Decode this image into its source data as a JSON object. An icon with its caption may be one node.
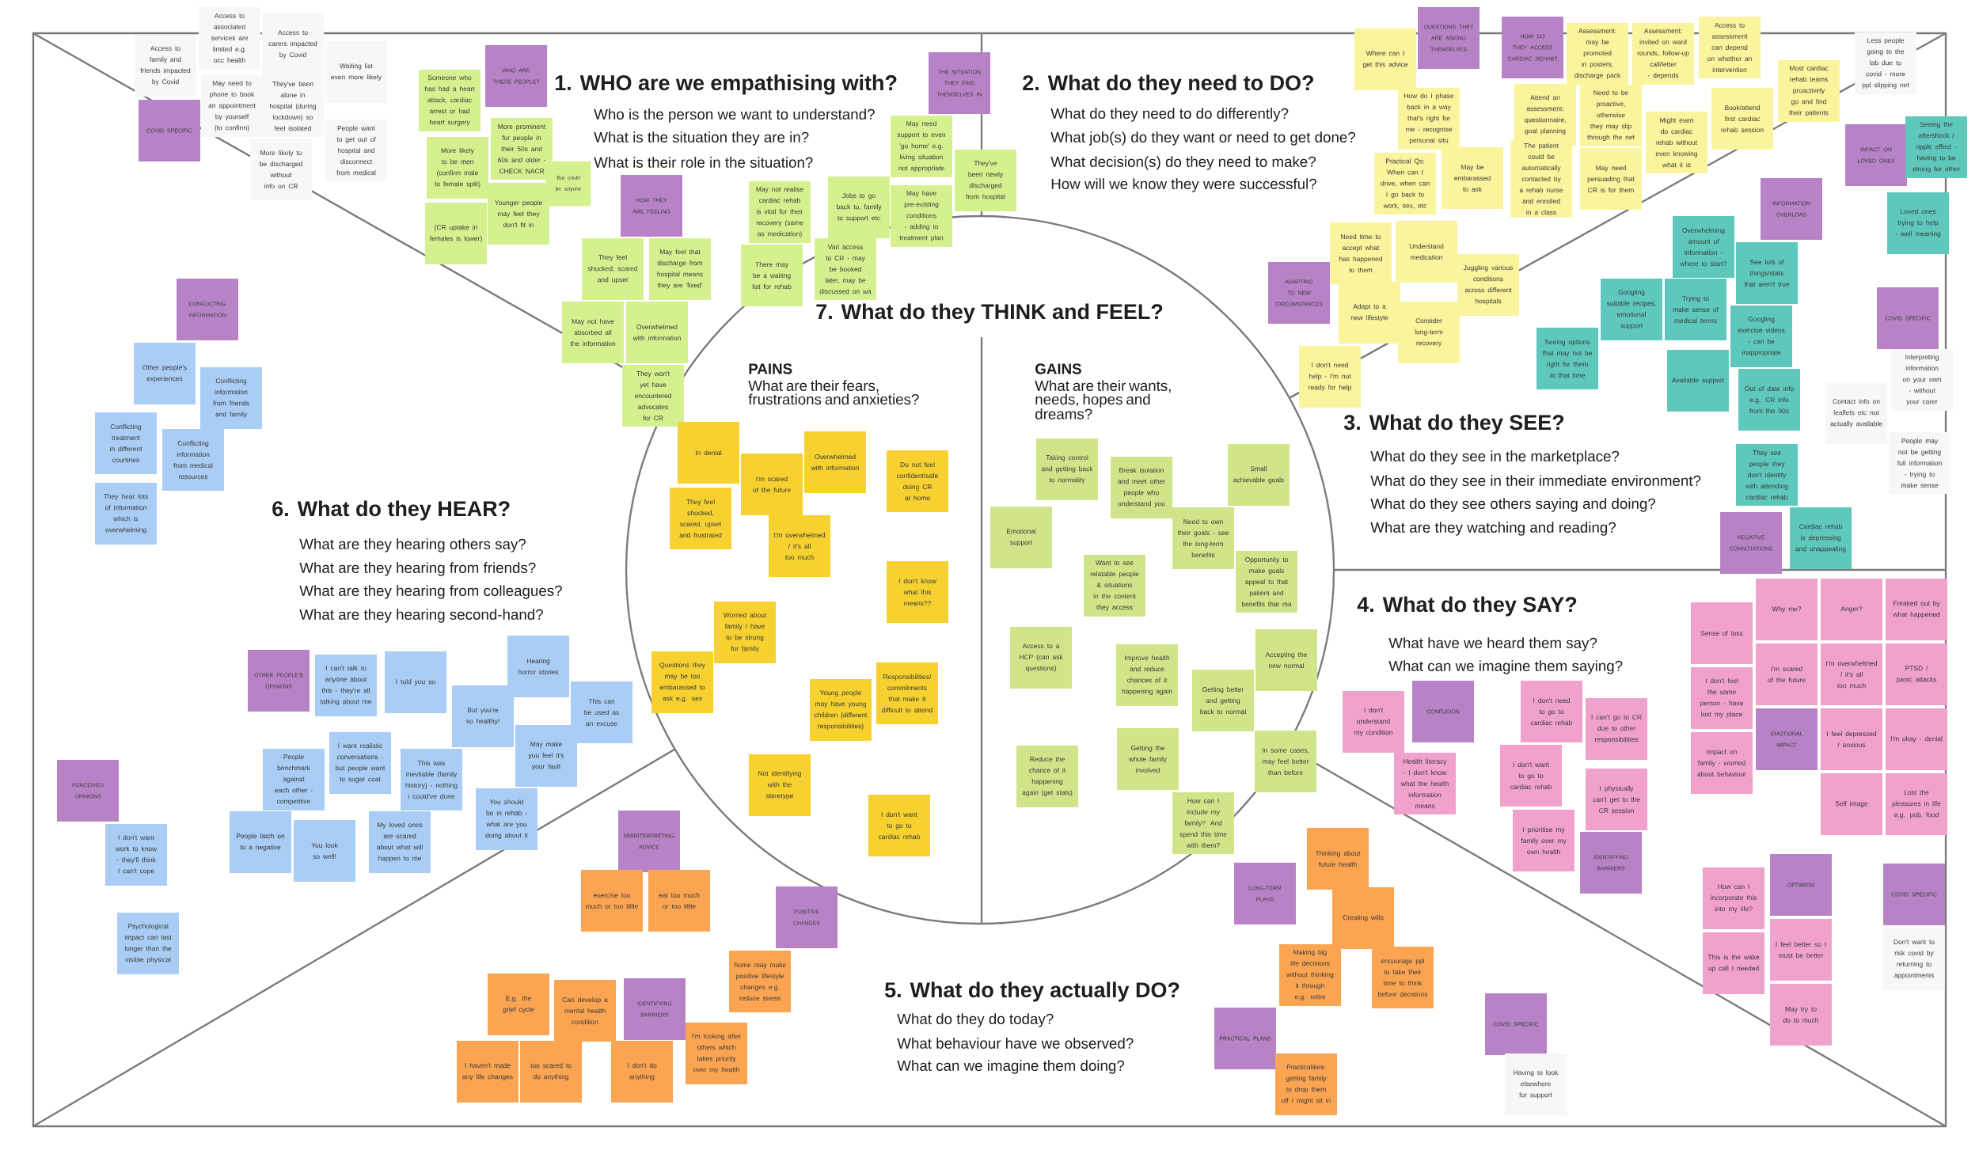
{
  "diagram": {
    "nodes": [
      {
        "text": [
          "Access to family and friends impacted by Covid"
        ]
      },
      {
        "text": [
          "Access to associated services are limited e.g. occ health"
        ]
      },
      {
        "text": [
          "Access to carers impacted by Covid"
        ]
      },
      {
        "text": [
          "COVID SPECIFIC"
        ]
      },
      {
        "text": [
          "May need to phone to book an appointment by yourself (to confirm)"
        ]
      },
      {
        "text": [
          "They've been alone in hospital (during lockdown) so feel isolated"
        ]
      },
      {
        "text": [
          "Waiting list even more likely"
        ]
      },
      {
        "text": [
          "More likely to be discharged without info on CR"
        ]
      },
      {
        "text": [
          "People want to get out of hospital and disconnect from medical"
        ]
      },
      {
        "text": [
          "WHO ARE THESE PEOPLE?"
        ]
      },
      {
        "text": [
          "Someone who has had a heart attack, cardiac arrest or had heart surgery"
        ]
      },
      {
        "text": [
          "More prominent for people in their 50s and 60s and older - CHECK NACR"
        ]
      },
      {
        "text": [
          "But could be anyone"
        ]
      },
      {
        "text": [
          "More likely to be men (confirm male to female split)"
        ]
      },
      {
        "text": [
          "Younger people may feel they don't fit in"
        ]
      },
      {
        "text": [
          "(CR uptake in females is lower)"
        ]
      },
      {
        "text": [
          "HOW THEY ARE FEELING"
        ]
      },
      {
        "text": [
          "They feel shocked, scared and upset"
        ]
      },
      {
        "text": [
          "May feel that discharge from hospital means they are 'fixed'"
        ]
      },
      {
        "text": [
          "May not have absorbed all the information"
        ]
      },
      {
        "text": [
          "Overwhelmed with information"
        ]
      },
      {
        "text": [
          "They won't yet have encountered advocates for CR"
        ]
      },
      {
        "text": [
          "THE SITUATION THEY FIND THEMSELVES IN"
        ]
      },
      {
        "text": [
          "May need support to even 'go home' e.g. living situation not appropriate"
        ]
      },
      {
        "text": [
          "They've been newly discharged from hospital"
        ]
      },
      {
        "text": [
          "Jobs to go back to, family to support etc"
        ]
      },
      {
        "text": [
          "May have pre-existing conditions - adding to treatment plan"
        ]
      },
      {
        "text": [
          "May not realise cardiac rehab is vital for their recovery (same as medication)"
        ]
      },
      {
        "text": [
          "Vari access to CR - may be booked later, may be discussed on wa"
        ]
      },
      {
        "text": [
          "There may be a waiting list for rehab"
        ]
      },
      {
        "text": [
          "In denial"
        ]
      },
      {
        "text": [
          "I'm scared of the future"
        ]
      },
      {
        "text": [
          "Overwhelmed with information"
        ]
      },
      {
        "text": [
          "They feel shocked, scared, upset and frustrated"
        ]
      },
      {
        "text": [
          "I'm overwhelmed / it's all too much"
        ]
      },
      {
        "text": [
          "Do not feel confident/safe doing CR at home"
        ]
      },
      {
        "text": [
          "I don't know what this means??"
        ]
      },
      {
        "text": [
          "Worried about family / have to be strong for family"
        ]
      },
      {
        "text": [
          "Questions they may be too embarassed to ask e.g. sex"
        ]
      },
      {
        "text": [
          "Young people may have young children (different responsibilities)"
        ]
      },
      {
        "text": [
          "Responsibilities/ commitments that make it difficult to attend"
        ]
      },
      {
        "text": [
          "Not identifying with the steretype"
        ]
      },
      {
        "text": [
          "I don't want to go to cardiac rehab"
        ]
      },
      {
        "text": [
          "Taking control and getting back to normality"
        ]
      },
      {
        "text": [
          "Break isolation and meet other people who understand you"
        ]
      },
      {
        "text": [
          "Small achievable goals"
        ]
      },
      {
        "text": [
          "Emotional support"
        ]
      },
      {
        "text": [
          "Want to see relatable people & situations in the content they access"
        ]
      },
      {
        "text": [
          "Need to own their goals - see the long-term benefits"
        ]
      },
      {
        "text": [
          "Opportunity to make goals appeal to that patient and benefits that ma"
        ]
      },
      {
        "text": [
          "Access to a HCP (can ask questions)"
        ]
      },
      {
        "text": [
          "Improve health and reduce chances of it happening again"
        ]
      },
      {
        "text": [
          "Accepting the new normal"
        ]
      },
      {
        "text": [
          "Getting better and getting back to normal"
        ]
      },
      {
        "text": [
          "Reduce the chance of it happening again (get stats)"
        ]
      },
      {
        "text": [
          "Getting the whole family involved"
        ]
      },
      {
        "text": [
          "How can I include my family? And spend this time with them?"
        ]
      },
      {
        "text": [
          "In some cases, may feel better than before"
        ]
      },
      {
        "text": [
          "MISINTERPRETING ADVICE"
        ]
      },
      {
        "text": [
          "exercise too much or too little"
        ]
      },
      {
        "text": [
          "eat too much or too little"
        ]
      },
      {
        "text": [
          "POSITIVE CHANGES"
        ]
      },
      {
        "text": [
          "Some may make positive lifestyle changes e.g. reduce stress"
        ]
      },
      {
        "text": [
          "IDENTIFYING BARRIERS"
        ]
      },
      {
        "text": [
          "E.g. the grief cycle"
        ]
      },
      {
        "text": [
          "Can develop a mental health condition"
        ]
      },
      {
        "text": [
          "I haven't made any life changes"
        ]
      },
      {
        "text": [
          "too scared to do anything"
        ]
      },
      {
        "text": [
          "I don't do anything"
        ]
      },
      {
        "text": [
          "I'm looking after others which takes priority over my health"
        ]
      },
      {
        "text": [
          "Thinking about future health"
        ]
      },
      {
        "text": [
          "LONG-TERM PLANS"
        ]
      },
      {
        "text": [
          "Creating wills"
        ]
      },
      {
        "text": [
          "Making big life decisions without thinking it through e.g. retire"
        ]
      },
      {
        "text": [
          "encourage ppl to take their time to think before decisions"
        ]
      },
      {
        "text": [
          "PRACTICAL PLANS"
        ]
      },
      {
        "text": [
          "Practicalities: getting family to drop them off / might sit in"
        ]
      },
      {
        "text": [
          "COVID SPECIFIC"
        ]
      },
      {
        "text": [
          "Having to look elsewhere for support"
        ]
      },
      {
        "text": [
          "CONFLICTING INFORMATION"
        ]
      },
      {
        "text": [
          "Other people's experiences"
        ]
      },
      {
        "text": [
          "Conflicting information from friends and family"
        ]
      },
      {
        "text": [
          "Conflicting treatment in different countries"
        ]
      },
      {
        "text": [
          "Conflicting information from medical resources"
        ]
      },
      {
        "text": [
          "They hear lots of information which is overwhelming"
        ]
      },
      {
        "text": [
          "OTHER PEOPLE'S OPINIONS"
        ]
      },
      {
        "text": [
          "I can't talk to anyone about this - they're all talking about me"
        ]
      },
      {
        "text": [
          "I told you so"
        ]
      },
      {
        "text": [
          "Hearing horror stories"
        ]
      },
      {
        "text": [
          "But you're so healthy!"
        ]
      },
      {
        "text": [
          "This can be used as an excuse"
        ]
      },
      {
        "text": [
          "May make you feel it's your fault"
        ]
      },
      {
        "text": [
          "I want realistic conversations - but people want to sugar coat"
        ]
      },
      {
        "text": [
          "This was inevitable (family history) - nothing i could've done"
        ]
      },
      {
        "text": [
          "People benchmark against each other - competitive"
        ]
      },
      {
        "text": [
          "You should be in rehab - what are you doing about it"
        ]
      },
      {
        "text": [
          "People latch on to a negative"
        ]
      },
      {
        "text": [
          "You look so well!"
        ]
      },
      {
        "text": [
          "My loved ones are scared about what will happen to me"
        ]
      },
      {
        "text": [
          "PERCEIVED OPINIONS"
        ]
      },
      {
        "text": [
          "I don't want work to know - they'll think I can't cope"
        ]
      },
      {
        "text": [
          "Psychological impact can last longer than the visible physical"
        ]
      },
      {
        "text": [
          "QUESTIONS THEY ARE ASKING THEMSELVES"
        ]
      },
      {
        "text": [
          "Where can I get this advice"
        ]
      },
      {
        "text": [
          "HOW DO THEY ACCESS CARDIAC REHAB?"
        ]
      },
      {
        "text": [
          "Assessment: may be promoted in posters, discharge pack"
        ]
      },
      {
        "text": [
          "Assessment: invited on ward rounds, follow-up call/letter - depends"
        ]
      },
      {
        "text": [
          "Access to assessment can depend on whether an intervention"
        ]
      },
      {
        "text": [
          "Most cardiac rehab teams proactively go and find their patients"
        ]
      },
      {
        "text": [
          "How do I phase back in a way that's right for me - recognise personal situ"
        ]
      },
      {
        "text": [
          "Attend an assessment: questionnaire, goal planning"
        ]
      },
      {
        "text": [
          "Need to be proactive, otherwise they may slip through the net"
        ]
      },
      {
        "text": [
          "Book/attend first cardiac rehab session"
        ]
      },
      {
        "text": [
          "Might even do cardiac rehab without even knowing what it is"
        ]
      },
      {
        "text": [
          "Practical Qs: When can I drive, when can I go back to work, sex, etc"
        ]
      },
      {
        "text": [
          "May be embarassed to ask"
        ]
      },
      {
        "text": [
          "The patient could be automatically contacted by a rehab nurse and enrolled in a class"
        ]
      },
      {
        "text": [
          "May need persuading that CR is for them"
        ]
      },
      {
        "text": [
          "ADAPTING TO NEW CIRCUMSTANCES"
        ]
      },
      {
        "text": [
          "Need time to accept what has happened to them"
        ]
      },
      {
        "text": [
          "Understand medication"
        ]
      },
      {
        "text": [
          "Juggling various conditions across different hospitals"
        ]
      },
      {
        "text": [
          "Adapt to a new lifestyle"
        ]
      },
      {
        "text": [
          "Consider long-term recovery"
        ]
      },
      {
        "text": [
          "I don't need help - I'm not ready for help"
        ]
      },
      {
        "text": [
          "INFORMATION OVERLOAD"
        ]
      },
      {
        "text": [
          "Overwhelming amount of information - where to start?"
        ]
      },
      {
        "text": [
          "See lots of things/stats that aren't true"
        ]
      },
      {
        "text": [
          "Googling suitable recipes, emotional support"
        ]
      },
      {
        "text": [
          "Trying to make sense of medical terms"
        ]
      },
      {
        "text": [
          "Googling exercise videos - can be inappropriate"
        ]
      },
      {
        "text": [
          "Seeing options that may not be right for them at that time"
        ]
      },
      {
        "text": [
          "Available support"
        ]
      },
      {
        "text": [
          "Out of date info e.g. CR info from the 90s"
        ]
      },
      {
        "text": [
          "IMPACT ON LOVED ONES"
        ]
      },
      {
        "text": [
          "Seeing the aftershock / ripple effect - having to be strong for other"
        ]
      },
      {
        "text": [
          "Loved ones trying to help - well meaning"
        ]
      },
      {
        "text": [
          "Less people going to the lab due to covid - more ppl slipping net"
        ]
      },
      {
        "text": [
          "COVID SPECIFIC"
        ]
      },
      {
        "text": [
          "Interpreting information on your own - without your carer"
        ]
      },
      {
        "text": [
          "Contact info on leaflets etc not actually available"
        ]
      },
      {
        "text": [
          "People may not be getting full information - trying to make sense"
        ]
      },
      {
        "text": [
          "They see people they don't identify with attending cardiac rehab"
        ]
      },
      {
        "text": [
          "NEGATIVE CONNOTATIONS"
        ]
      },
      {
        "text": [
          "Cardiac rehab is depressing and unappealing"
        ]
      },
      {
        "text": [
          "CONFUSION"
        ]
      },
      {
        "text": [
          "I don't understand my condition"
        ]
      },
      {
        "text": [
          "Health literacy - I don't know what the health information means"
        ]
      },
      {
        "text": [
          "I don't need to go to cardiac rehab"
        ]
      },
      {
        "text": [
          "I can't go to CR due to other responsibilities"
        ]
      },
      {
        "text": [
          "I don't want to go to cardiac rehab"
        ]
      },
      {
        "text": [
          "I physically can't get to the CR session"
        ]
      },
      {
        "text": [
          "I prioritise my family over my own health"
        ]
      },
      {
        "text": [
          "IDENTIFYING BARRIERS"
        ]
      },
      {
        "text": [
          "Sense of loss"
        ]
      },
      {
        "text": [
          "Why me?"
        ]
      },
      {
        "text": [
          "Anger?"
        ]
      },
      {
        "text": [
          "Freaked out by what happened"
        ]
      },
      {
        "text": [
          "I'm overwhelmed / it's all too much"
        ]
      },
      {
        "text": [
          "I don't feel the same person - have lost my place"
        ]
      },
      {
        "text": [
          "I'm scared of the future"
        ]
      },
      {
        "text": [
          "PTSD / panic attacks"
        ]
      },
      {
        "text": [
          "EMOTIONAL IMPACT"
        ]
      },
      {
        "text": [
          "I feel depressed / anxious"
        ]
      },
      {
        "text": [
          "Impact on family - worried about behaviour"
        ]
      },
      {
        "text": [
          "I'm okay - denial"
        ]
      },
      {
        "text": [
          "Self image"
        ]
      },
      {
        "text": [
          "Lost the pleasures in life e.g. pub, food"
        ]
      },
      {
        "text": [
          "OPTIMISM"
        ]
      },
      {
        "text": [
          "How can I incorporate this into my life?"
        ]
      },
      {
        "text": [
          "I feel better so I must be better"
        ]
      },
      {
        "text": [
          "This is the wake up call I needed"
        ]
      },
      {
        "text": [
          "May try to do to much"
        ]
      },
      {
        "text": [
          "COVID SPECIFIC"
        ]
      },
      {
        "text": [
          "Don't want to risk covid by returning to appointments"
        ]
      }
    ],
    "labels": [
      "1. WHO are we empathising with?",
      "Who is the person we want to understand?",
      "What is the situation they are in?",
      "What is their role in the situation?",
      "2. What do they need to DO?",
      "What do they need to do differently?",
      "What job(s) do they want or need to get done?",
      "What decision(s) do they need to make?",
      "How will we know they were successful?",
      "7. What do they THINK and FEEL?",
      "PAINS",
      "What are their fears, frustrations and anxieties?",
      "GAINS",
      "What are their wants, needs, hopes and dreams?",
      "6. What do they HEAR?",
      "What are they hearing others say?",
      "What are they hearing from friends?",
      "What are they hearing from colleagues?",
      "What are they hearing second-hand?",
      "3. What do they SEE?",
      "What do they see in the marketplace?",
      "What do they see in their immediate environment?",
      "What do they see others saying and doing?",
      "What are they watching and reading?",
      "4. What do they SAY?",
      "What have we heard them say?",
      "What can we imagine them saying?",
      "5. What do they actually DO?",
      "What do they do today?",
      "What behaviour have we observed?",
      "What can we imagine them doing?"
    ]
  }
}
